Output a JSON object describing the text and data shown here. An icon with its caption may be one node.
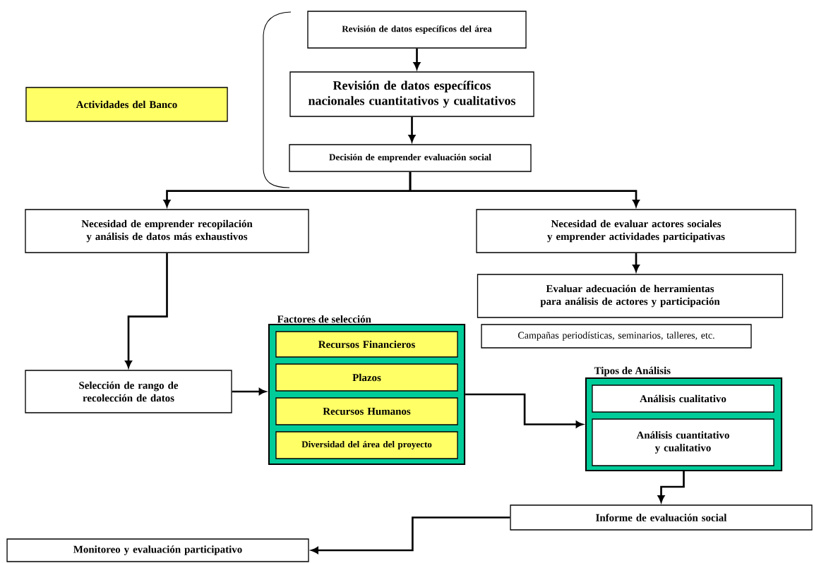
{
  "diagram": {
    "nodes": [
      {
        "text": [
          "Actividades del Banco"
        ]
      },
      {
        "text": [
          "Revisión de datos específicos del área"
        ]
      },
      {
        "text": [
          "Revisión de datos específicos nacionales cuantitativos y cualitativos"
        ]
      },
      {
        "text": [
          "Decisión de emprender evaluación social"
        ]
      },
      {
        "text": [
          "Necesidad de emprender recopilación y análisis de datos más exhaustivos"
        ]
      },
      {
        "text": [
          "Necesidad de evaluar actores sociales y emprender actividades participativas"
        ]
      },
      {
        "text": [
          "Evaluar adecuación de herramientas para análisis de actores y participación"
        ]
      },
      {
        "text": [
          "Campañas periodísticas, seminarios, talleres, etc."
        ]
      },
      {
        "text": [
          "Selección de rango de recolección de datos"
        ]
      },
      {
        "text": [
          "Factores de selección"
        ]
      },
      {
        "text": [
          "Recursos Financieros"
        ],
        "in": 9
      },
      {
        "text": [
          "Plazos"
        ],
        "in": 9
      },
      {
        "text": [
          "Recursos Humanos"
        ],
        "in": 9
      },
      {
        "text": [
          "Diversidad del área del proyecto"
        ],
        "in": 9
      },
      {
        "text": [
          "Tipos de Análisis"
        ]
      },
      {
        "text": [
          "Análisis cualitativo"
        ],
        "in": 14
      },
      {
        "text": [
          "Análisis cuantitativo y cualitativo"
        ],
        "in": 14
      },
      {
        "text": [
          "Informe de evaluación social"
        ]
      },
      {
        "text": [
          "Monitoreo y evaluación participativo"
        ]
      }
    ],
    "edges": [
      {
        "from": 1,
        "to": 2,
        "arrow": "to"
      },
      {
        "from": 2,
        "to": 3,
        "arrow": "to"
      },
      {
        "from": 3,
        "to": 4,
        "arrow": "to"
      },
      {
        "from": 3,
        "to": 5,
        "arrow": "to"
      },
      {
        "from": 5,
        "to": 6,
        "arrow": "to"
      },
      {
        "from": 4,
        "to": 8,
        "arrow": "to"
      },
      {
        "from": 8,
        "to": 9,
        "arrow": "to"
      },
      {
        "from": 9,
        "to": 14,
        "arrow": "to"
      },
      {
        "from": 14,
        "to": 17,
        "arrow": "to"
      },
      {
        "from": 17,
        "to": 18,
        "arrow": "to"
      }
    ]
  }
}
